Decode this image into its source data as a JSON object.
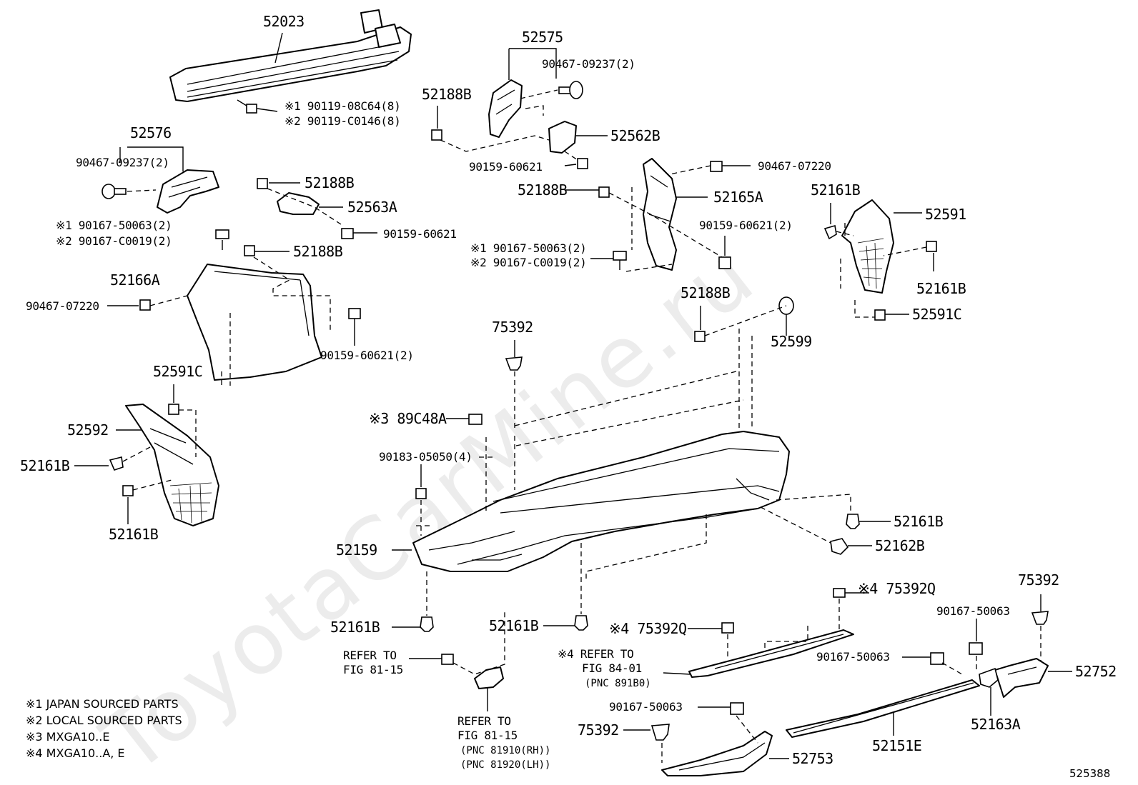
{
  "watermark": "ToyotaCarMine.ru",
  "diagram_id": "525388",
  "labels": {
    "p52023": "52023",
    "r1_90119": "※1 90119-08C64(8)",
    "r2_90119": "※2 90119-C0146(8)",
    "p52576": "52576",
    "p52576_bolt": "90467-09237(2)",
    "p52575": "52575",
    "p52575_bolt": "90467-09237(2)",
    "p52188b_1": "52188B",
    "p52562b": "52562B",
    "p90159_1": "90159-60621",
    "p52188b_2": "52188B",
    "p52563a": "52563A",
    "p90159_2": "90159-60621",
    "r1_90167_a": "※1 90167-50063(2)",
    "r2_90167_a": "※2 90167-C0019(2)",
    "p52188b_3": "52188B",
    "p52166a": "52166A",
    "p90467_07220_a": "90467-07220",
    "p90159_60621_2_a": "90159-60621(2)",
    "p90467_07220_b": "90467-07220",
    "p52188b_4": "52188B",
    "p52165a": "52165A",
    "p90159_60621_2_b": "90159-60621(2)",
    "r1_90167_b": "※1 90167-50063(2)",
    "r2_90167_b": "※2 90167-C0019(2)",
    "p52161b_1": "52161B",
    "p52591": "52591",
    "p52161b_2": "52161B",
    "p52591c_1": "52591C",
    "p52188b_5": "52188B",
    "p52599": "52599",
    "p75392_1": "75392",
    "p52591c_2": "52591C",
    "p52592": "52592",
    "p52161b_3": "52161B",
    "p52161b_4": "52161B",
    "r3_89c48a": "※3 89C48A",
    "p90183": "90183-05050(4)",
    "p52161b_5": "52161B",
    "p52162b": "52162B",
    "p52159": "52159",
    "r4_75392q_a": "※4 75392Q",
    "p75392_2": "75392",
    "p90167_50063_a": "90167-50063",
    "p52161b_6": "52161B",
    "p52161b_7": "52161B",
    "r4_75392q_b": "※4 75392Q",
    "p90167_50063_b": "90167-50063",
    "p52752": "52752",
    "refer1_a": "REFER TO",
    "refer1_b": "FIG 81-15",
    "refer2_a": "※4 REFER TO",
    "refer2_b": "FIG 84-01",
    "refer2_c": "(PNC 891B0)",
    "refer3_a": "REFER TO",
    "refer3_b": "FIG 81-15",
    "refer3_c": "(PNC 81910(RH))",
    "refer3_d": "(PNC 81920(LH))",
    "p90167_50063_c": "90167-50063",
    "p52163a": "52163A",
    "p75392_3": "75392",
    "p52151e": "52151E",
    "p52753": "52753"
  },
  "notes": [
    "※1 JAPAN SOURCED PARTS",
    "※2 LOCAL SOURCED PARTS",
    "※3 MXGA10..E",
    "※4 MXGA10..A, E"
  ]
}
